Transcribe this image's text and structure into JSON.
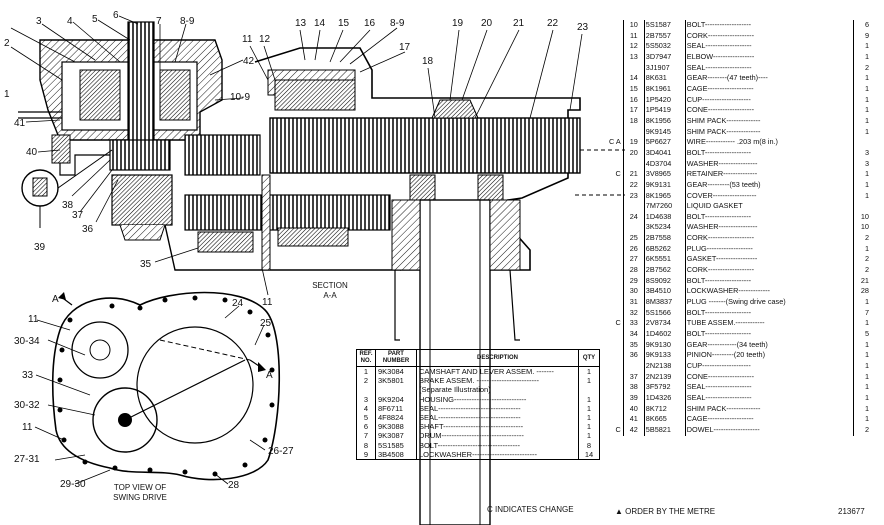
{
  "callouts": {
    "c1": "1",
    "c2": "2",
    "c3": "3",
    "c4": "4",
    "c5": "5",
    "c6": "6",
    "c7": "7",
    "c89a": "8-9",
    "c13": "13",
    "c14": "14",
    "c15": "15",
    "c16": "16",
    "c89b": "8-9",
    "c17": "17",
    "c19": "19",
    "c20": "20",
    "c21": "21",
    "c22": "22",
    "c23": "23",
    "c42": "42",
    "c109": "10-9",
    "c11a": "11",
    "c12": "12",
    "c18": "18",
    "c41": "41",
    "c40": "40",
    "c38": "38",
    "c37": "37",
    "c36": "36",
    "c39": "39",
    "c35": "35",
    "c11b": "11",
    "c24": "24",
    "c25": "25",
    "c11c": "11",
    "c3034": "30-34",
    "c33": "33",
    "c3032": "30-32",
    "c11d": "11",
    "c2731": "27-31",
    "c2930": "29-30",
    "c2627": "26-27",
    "c28": "28",
    "secA": "A",
    "secA2": "A"
  },
  "labels": {
    "section_line1": "SECTION",
    "section_line2": "A-A",
    "top_view_line1": "TOP VIEW OF",
    "top_view_line2": "SWING DRIVE"
  },
  "table_b": {
    "headers": {
      "ref": "REF. NO.",
      "part": "PART NUMBER",
      "desc": "DESCRIPTION",
      "qty": "QTY"
    },
    "rows": [
      {
        "ref": "1",
        "part": "9K3084",
        "desc": "CAMSHAFT AND LEVER ASSEM. -------",
        "qty": "1"
      },
      {
        "ref": "2",
        "part": "3K5801",
        "desc": "BRAKE ASSEM. -------------------------",
        "qty": "1"
      },
      {
        "ref": "",
        "part": "",
        "desc": "(Separate Illustration)",
        "qty": ""
      },
      {
        "ref": "3",
        "part": "9K9204",
        "desc": "HOUSING-----------------------------",
        "qty": "1"
      },
      {
        "ref": "4",
        "part": "8F6711",
        "desc": "SEAL---------------------------------",
        "qty": "1"
      },
      {
        "ref": "5",
        "part": "4F8824",
        "desc": "SEAL---------------------------------",
        "qty": "1"
      },
      {
        "ref": "6",
        "part": "9K3088",
        "desc": "SHAFT--------------------------------",
        "qty": "1"
      },
      {
        "ref": "7",
        "part": "9K3087",
        "desc": "DRUM---------------------------------",
        "qty": "1"
      },
      {
        "ref": "8",
        "part": "5S1585",
        "desc": "BOLT---------------------------------",
        "qty": "8"
      },
      {
        "ref": "9",
        "part": "3B4508",
        "desc": "LOCKWASHER--------------------------",
        "qty": "14"
      }
    ]
  },
  "table_r": {
    "rows": [
      {
        "mk": "",
        "ref": "10",
        "part": "5S1587",
        "desc": "BOLT-------------------",
        "qty": "6"
      },
      {
        "mk": "",
        "ref": "11",
        "part": "2B7557",
        "desc": "CORK-------------------",
        "qty": "9"
      },
      {
        "mk": "",
        "ref": "12",
        "part": "5S5032",
        "desc": "SEAL-------------------",
        "qty": "1"
      },
      {
        "mk": "",
        "ref": "13",
        "part": "3D7947",
        "desc": "ELBOW-----------------",
        "qty": "1"
      },
      {
        "mk": "",
        "ref": "",
        "part": "3J1907",
        "desc": "SEAL-------------------",
        "qty": "2"
      },
      {
        "mk": "",
        "ref": "14",
        "part": "8K631",
        "desc": "GEAR--------(47 teeth)----",
        "qty": "1"
      },
      {
        "mk": "",
        "ref": "15",
        "part": "8K1961",
        "desc": "CAGE-------------------",
        "qty": "1"
      },
      {
        "mk": "",
        "ref": "16",
        "part": "1P5420",
        "desc": "CUP--------------------",
        "qty": "1"
      },
      {
        "mk": "",
        "ref": "17",
        "part": "1P5419",
        "desc": "CONE-------------------",
        "qty": "1"
      },
      {
        "mk": "",
        "ref": "18",
        "part": "8K1956",
        "desc": "SHIM PACK--------------",
        "qty": "1"
      },
      {
        "mk": "",
        "ref": "",
        "part": "9K9145",
        "desc": "SHIM PACK--------------",
        "qty": "1"
      },
      {
        "mk": "C A",
        "ref": "19",
        "part": "5P6627",
        "desc": "WIRE------------ .203 m(8 in.)",
        "qty": ""
      },
      {
        "mk": "",
        "ref": "20",
        "part": "3D4041",
        "desc": "BOLT-------------------",
        "qty": "3"
      },
      {
        "mk": "",
        "ref": "",
        "part": "4D3704",
        "desc": "WASHER----------------",
        "qty": "3"
      },
      {
        "mk": "C",
        "ref": "21",
        "part": "3V8965",
        "desc": "RETAINER--------------",
        "qty": "1"
      },
      {
        "mk": "",
        "ref": "22",
        "part": "9K9131",
        "desc": "GEAR---------(53 teeth)",
        "qty": "1"
      },
      {
        "mk": "",
        "ref": "23",
        "part": "8K1965",
        "desc": "COVER------------------",
        "qty": "1"
      },
      {
        "mk": "",
        "ref": "",
        "part": "7M7260",
        "desc": "LIQUID GASKET",
        "qty": ""
      },
      {
        "mk": "",
        "ref": "24",
        "part": "1D4638",
        "desc": "BOLT-------------------",
        "qty": "10"
      },
      {
        "mk": "",
        "ref": "",
        "part": "3K5234",
        "desc": "WASHER----------------",
        "qty": "10"
      },
      {
        "mk": "",
        "ref": "25",
        "part": "2B7558",
        "desc": "CORK-------------------",
        "qty": "2"
      },
      {
        "mk": "",
        "ref": "26",
        "part": "6B5262",
        "desc": "PLUG-------------------",
        "qty": "1"
      },
      {
        "mk": "",
        "ref": "27",
        "part": "6K5551",
        "desc": "GASKET-----------------",
        "qty": "2"
      },
      {
        "mk": "",
        "ref": "28",
        "part": "2B7562",
        "desc": "CORK-------------------",
        "qty": "2"
      },
      {
        "mk": "",
        "ref": "29",
        "part": "8S9092",
        "desc": "BOLT-------------------",
        "qty": "21"
      },
      {
        "mk": "",
        "ref": "30",
        "part": "3B4510",
        "desc": "LOCKWASHER-------------",
        "qty": "28"
      },
      {
        "mk": "",
        "ref": "31",
        "part": "8M3837",
        "desc": "PLUG -------(Swing drive case)",
        "qty": "1"
      },
      {
        "mk": "",
        "ref": "32",
        "part": "5S1566",
        "desc": "BOLT-------------------",
        "qty": "7"
      },
      {
        "mk": "C",
        "ref": "33",
        "part": "2V8734",
        "desc": "TUBE ASSEM.------------",
        "qty": "1"
      },
      {
        "mk": "",
        "ref": "34",
        "part": "1D4602",
        "desc": "BOLT-------------------",
        "qty": "5"
      },
      {
        "mk": "",
        "ref": "35",
        "part": "9K9130",
        "desc": "GEAR------------(34 teeth)",
        "qty": "1"
      },
      {
        "mk": "",
        "ref": "36",
        "part": "9K9133",
        "desc": "PINION---------(20 teeth)",
        "qty": "1"
      },
      {
        "mk": "",
        "ref": "",
        "part": "2N2138",
        "desc": "CUP--------------------",
        "qty": "1"
      },
      {
        "mk": "",
        "ref": "37",
        "part": "2N2139",
        "desc": "CONE-------------------",
        "qty": "1"
      },
      {
        "mk": "",
        "ref": "38",
        "part": "3F5792",
        "desc": "SEAL-------------------",
        "qty": "1"
      },
      {
        "mk": "",
        "ref": "39",
        "part": "1D4326",
        "desc": "SEAL-------------------",
        "qty": "1"
      },
      {
        "mk": "",
        "ref": "40",
        "part": "8K712",
        "desc": "SHIM PACK--------------",
        "qty": "1"
      },
      {
        "mk": "",
        "ref": "41",
        "part": "8K665",
        "desc": "CAGE-------------------",
        "qty": "1"
      },
      {
        "mk": "C",
        "ref": "42",
        "part": "5B5821",
        "desc": "DOWEL-------------------",
        "qty": "2"
      }
    ]
  },
  "notes": {
    "change": "C INDICATES CHANGE",
    "order": "▲ ORDER BY THE METRE",
    "number": "213677"
  }
}
